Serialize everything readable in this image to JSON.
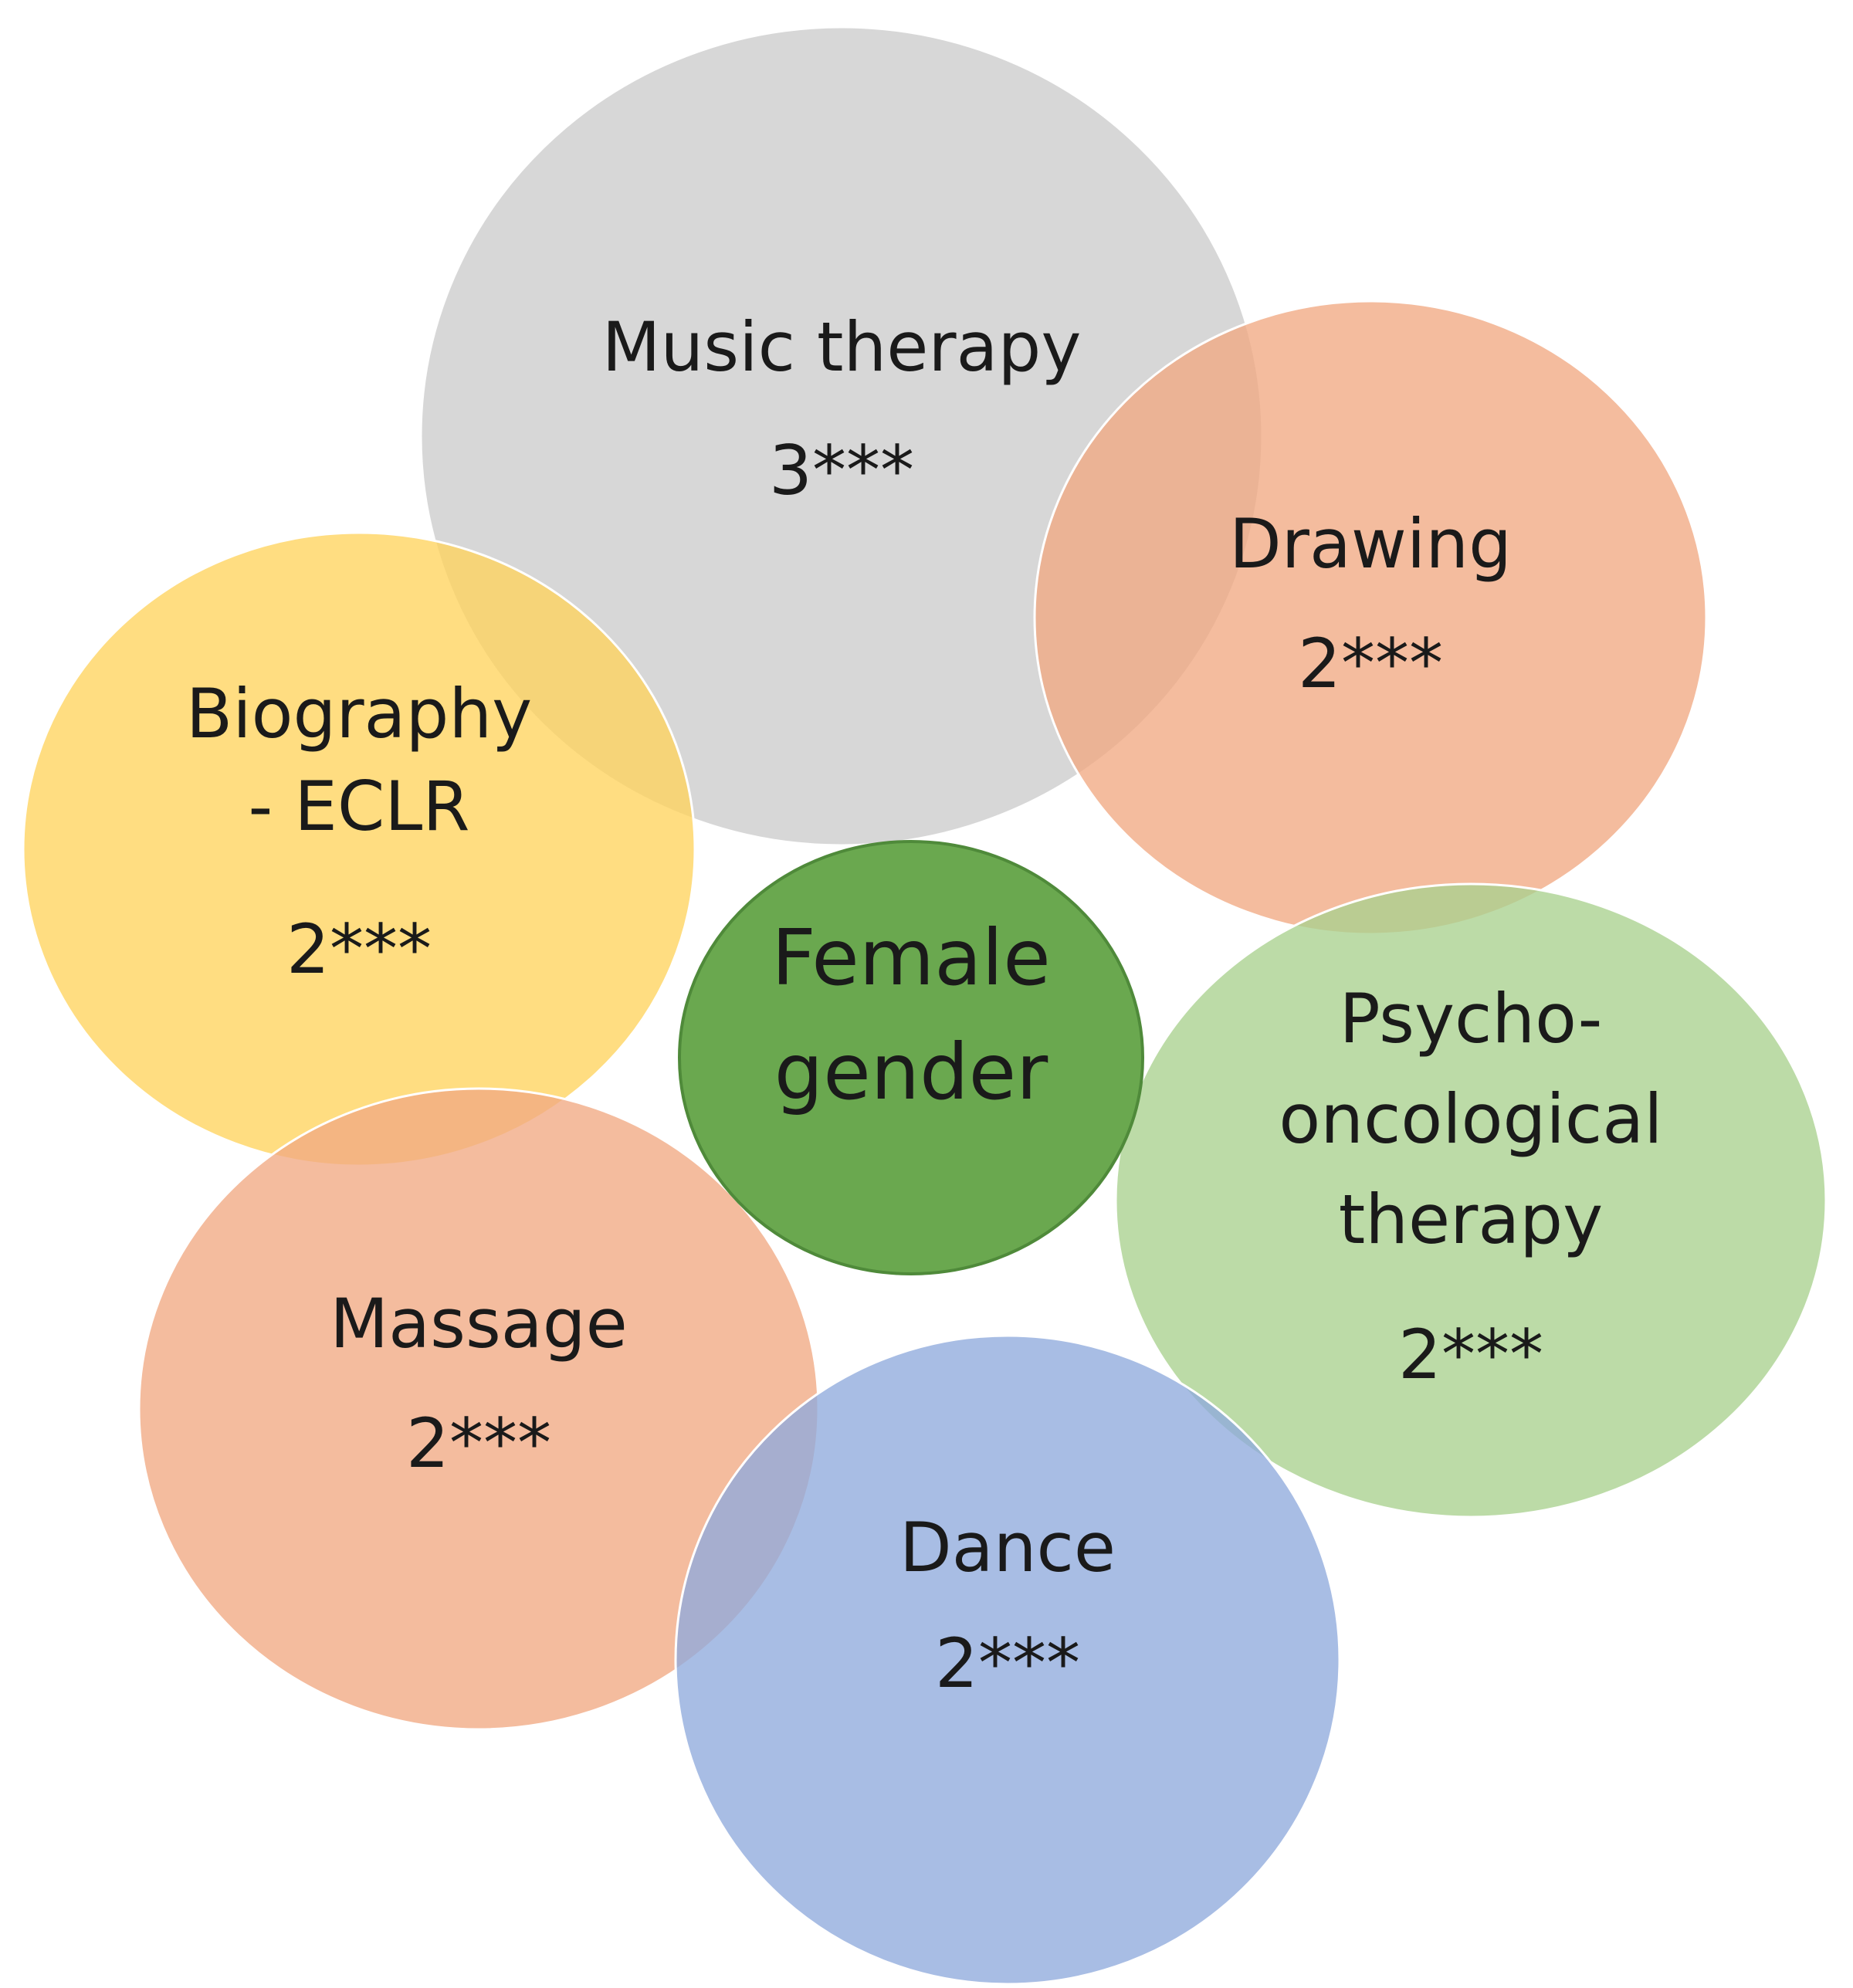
{
  "center": {
    "lines": [
      "Female",
      "gender"
    ],
    "fill": "#6aa84f",
    "stroke": "#4f8a3a"
  },
  "bubbles": [
    {
      "id": "music-therapy",
      "lines": [
        "Music therapy"
      ],
      "value": "3***",
      "fill": "#cccccc"
    },
    {
      "id": "drawing",
      "lines": [
        "Drawing"
      ],
      "value": "2***",
      "fill": "#f1a983"
    },
    {
      "id": "biography-eclr",
      "lines": [
        "Biography",
        "- ECLR"
      ],
      "value": "2***",
      "fill": "#ffd35e"
    },
    {
      "id": "psycho-oncological-therapy",
      "lines": [
        "Psycho-",
        "oncological",
        "therapy"
      ],
      "value": "2***",
      "fill": "#a9d18e"
    },
    {
      "id": "massage",
      "lines": [
        "Massage"
      ],
      "value": "2***",
      "fill": "#f1a983"
    },
    {
      "id": "dance",
      "lines": [
        "Dance"
      ],
      "value": "2***",
      "fill": "#8faadc"
    }
  ]
}
